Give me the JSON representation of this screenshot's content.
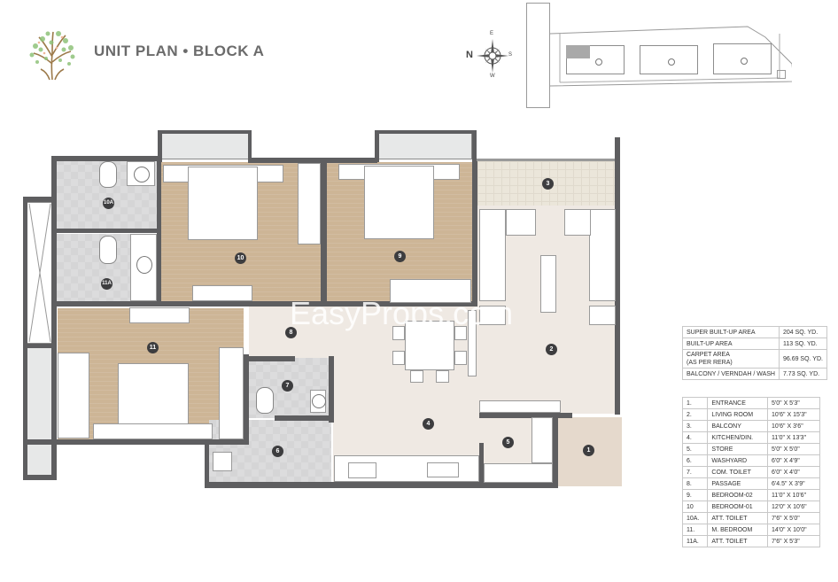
{
  "header": {
    "title": "UNIT PLAN • BLOCK A",
    "logo": "tree-logo"
  },
  "compass": {
    "north": "N",
    "east": "E",
    "south": "S",
    "west": "W"
  },
  "key_plan": {
    "highlighted_block": "A",
    "blocks": 3
  },
  "watermark": "EasyProps.com",
  "rooms_on_plan": [
    {
      "id": "1",
      "name": "ENTRANCE"
    },
    {
      "id": "2",
      "name": "LIVING ROOM"
    },
    {
      "id": "3",
      "name": "BALCONY"
    },
    {
      "id": "4",
      "name": "KITCHEN/DIN."
    },
    {
      "id": "5",
      "name": "STORE"
    },
    {
      "id": "6",
      "name": "WASHYARD"
    },
    {
      "id": "7",
      "name": "COM. TOILET"
    },
    {
      "id": "8",
      "name": "PASSAGE"
    },
    {
      "id": "9",
      "name": "BEDROOM-02"
    },
    {
      "id": "10",
      "name": "BEDROOM-01"
    },
    {
      "id": "10A",
      "name": "ATT. TOILET"
    },
    {
      "id": "11",
      "name": "M. BEDROOM"
    },
    {
      "id": "11A",
      "name": "ATT. TOILET"
    }
  ],
  "area_table": [
    {
      "label": "SUPER BUILT-UP AREA",
      "value": "204 SQ. YD."
    },
    {
      "label": "BUILT-UP AREA",
      "value": "113 SQ. YD."
    },
    {
      "label": "CARPET AREA",
      "label2": "(AS PER RERA)",
      "value": "96.69 SQ. YD."
    },
    {
      "label": "BALCONY / VERNDAH / WASH",
      "value": "7.73 SQ. YD."
    }
  ],
  "room_table": [
    {
      "no": "1.",
      "name": "ENTRANCE",
      "size": "5'0\" X 5'3\""
    },
    {
      "no": "2.",
      "name": "LIVING ROOM",
      "size": "10'6\" X 15'3\""
    },
    {
      "no": "3.",
      "name": "BALCONY",
      "size": "10'6\" X 3'6\""
    },
    {
      "no": "4.",
      "name": "KITCHEN/DIN.",
      "size": "11'0\" X 13'3\""
    },
    {
      "no": "5.",
      "name": "STORE",
      "size": "5'0\" X 5'0\""
    },
    {
      "no": "6.",
      "name": "WASHYARD",
      "size": "6'0\" X 4'9\""
    },
    {
      "no": "7.",
      "name": "COM. TOILET",
      "size": "6'0\" X 4'0\""
    },
    {
      "no": "8.",
      "name": "PASSAGE",
      "size": "6'4.5\" X 3'9\""
    },
    {
      "no": "9.",
      "name": "BEDROOM-02",
      "size": "11'0\" X 10'6\""
    },
    {
      "no": "10",
      "name": "BEDROOM-01",
      "size": "12'0\" X 10'6\""
    },
    {
      "no": "10A.",
      "name": "ATT. TOILET",
      "size": "7'6\" X 5'0\""
    },
    {
      "no": "11.",
      "name": "M. BEDROOM",
      "size": "14'0\" X 10'0\""
    },
    {
      "no": "11A.",
      "name": "ATT. TOILET",
      "size": "7'6\" X 5'3\""
    }
  ],
  "colors": {
    "wall": "#5e5e60",
    "wood_floor": "#cdb596",
    "tile_floor": "#d5d5d6",
    "living_floor": "#efe9e3",
    "entrance_floor": "#e5d9cc",
    "badge": "#3d3d3f",
    "title": "#6b6b6b"
  }
}
